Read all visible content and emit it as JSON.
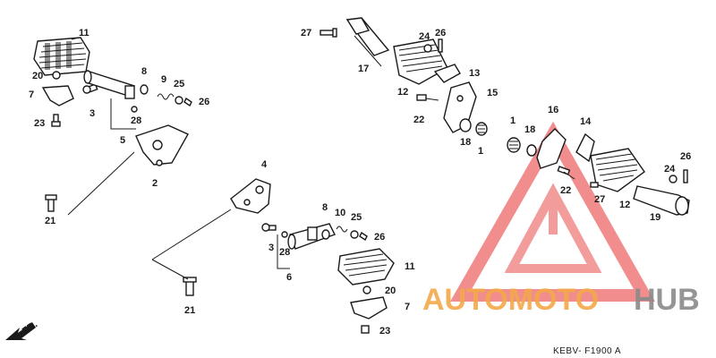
{
  "diagram": {
    "drawing_code": "KEBV- F1900 A",
    "front_label": "FR.",
    "callouts": [
      {
        "id": "c-11a",
        "text": "11"
      },
      {
        "id": "c-20a",
        "text": "20"
      },
      {
        "id": "c-7a",
        "text": "7"
      },
      {
        "id": "c-23a",
        "text": "23"
      },
      {
        "id": "c-3a",
        "text": "3"
      },
      {
        "id": "c-8a",
        "text": "8"
      },
      {
        "id": "c-9",
        "text": "9"
      },
      {
        "id": "c-25a",
        "text": "25"
      },
      {
        "id": "c-26a",
        "text": "26"
      },
      {
        "id": "c-28a",
        "text": "28"
      },
      {
        "id": "c-5",
        "text": "5"
      },
      {
        "id": "c-2",
        "text": "2"
      },
      {
        "id": "c-21a",
        "text": "21"
      },
      {
        "id": "c-27a",
        "text": "27"
      },
      {
        "id": "c-17",
        "text": "17"
      },
      {
        "id": "c-24a",
        "text": "24"
      },
      {
        "id": "c-26b",
        "text": "26"
      },
      {
        "id": "c-13",
        "text": "13"
      },
      {
        "id": "c-12a",
        "text": "12"
      },
      {
        "id": "c-15",
        "text": "15"
      },
      {
        "id": "c-22a",
        "text": "22"
      },
      {
        "id": "c-18a",
        "text": "18"
      },
      {
        "id": "c-1a",
        "text": "1"
      },
      {
        "id": "c-1b",
        "text": "1"
      },
      {
        "id": "c-18b",
        "text": "18"
      },
      {
        "id": "c-16",
        "text": "16"
      },
      {
        "id": "c-14",
        "text": "14"
      },
      {
        "id": "c-22b",
        "text": "22"
      },
      {
        "id": "c-27b",
        "text": "27"
      },
      {
        "id": "c-12b",
        "text": "12"
      },
      {
        "id": "c-24b",
        "text": "24"
      },
      {
        "id": "c-26c",
        "text": "26"
      },
      {
        "id": "c-19",
        "text": "19"
      },
      {
        "id": "c-4",
        "text": "4"
      },
      {
        "id": "c-8b",
        "text": "8"
      },
      {
        "id": "c-10",
        "text": "10"
      },
      {
        "id": "c-25b",
        "text": "25"
      },
      {
        "id": "c-26d",
        "text": "26"
      },
      {
        "id": "c-3b",
        "text": "3"
      },
      {
        "id": "c-28b",
        "text": "28"
      },
      {
        "id": "c-6",
        "text": "6"
      },
      {
        "id": "c-11b",
        "text": "11"
      },
      {
        "id": "c-20b",
        "text": "20"
      },
      {
        "id": "c-7b",
        "text": "7"
      },
      {
        "id": "c-23b",
        "text": "23"
      },
      {
        "id": "c-21b",
        "text": "21"
      }
    ]
  },
  "watermark": {
    "brand_part1": "AUTOMOTO",
    "brand_part2": "HUB",
    "color_part1": "#f4a84a",
    "color_part2": "#8a8a8a",
    "triangle_color": "#e83a3a"
  }
}
